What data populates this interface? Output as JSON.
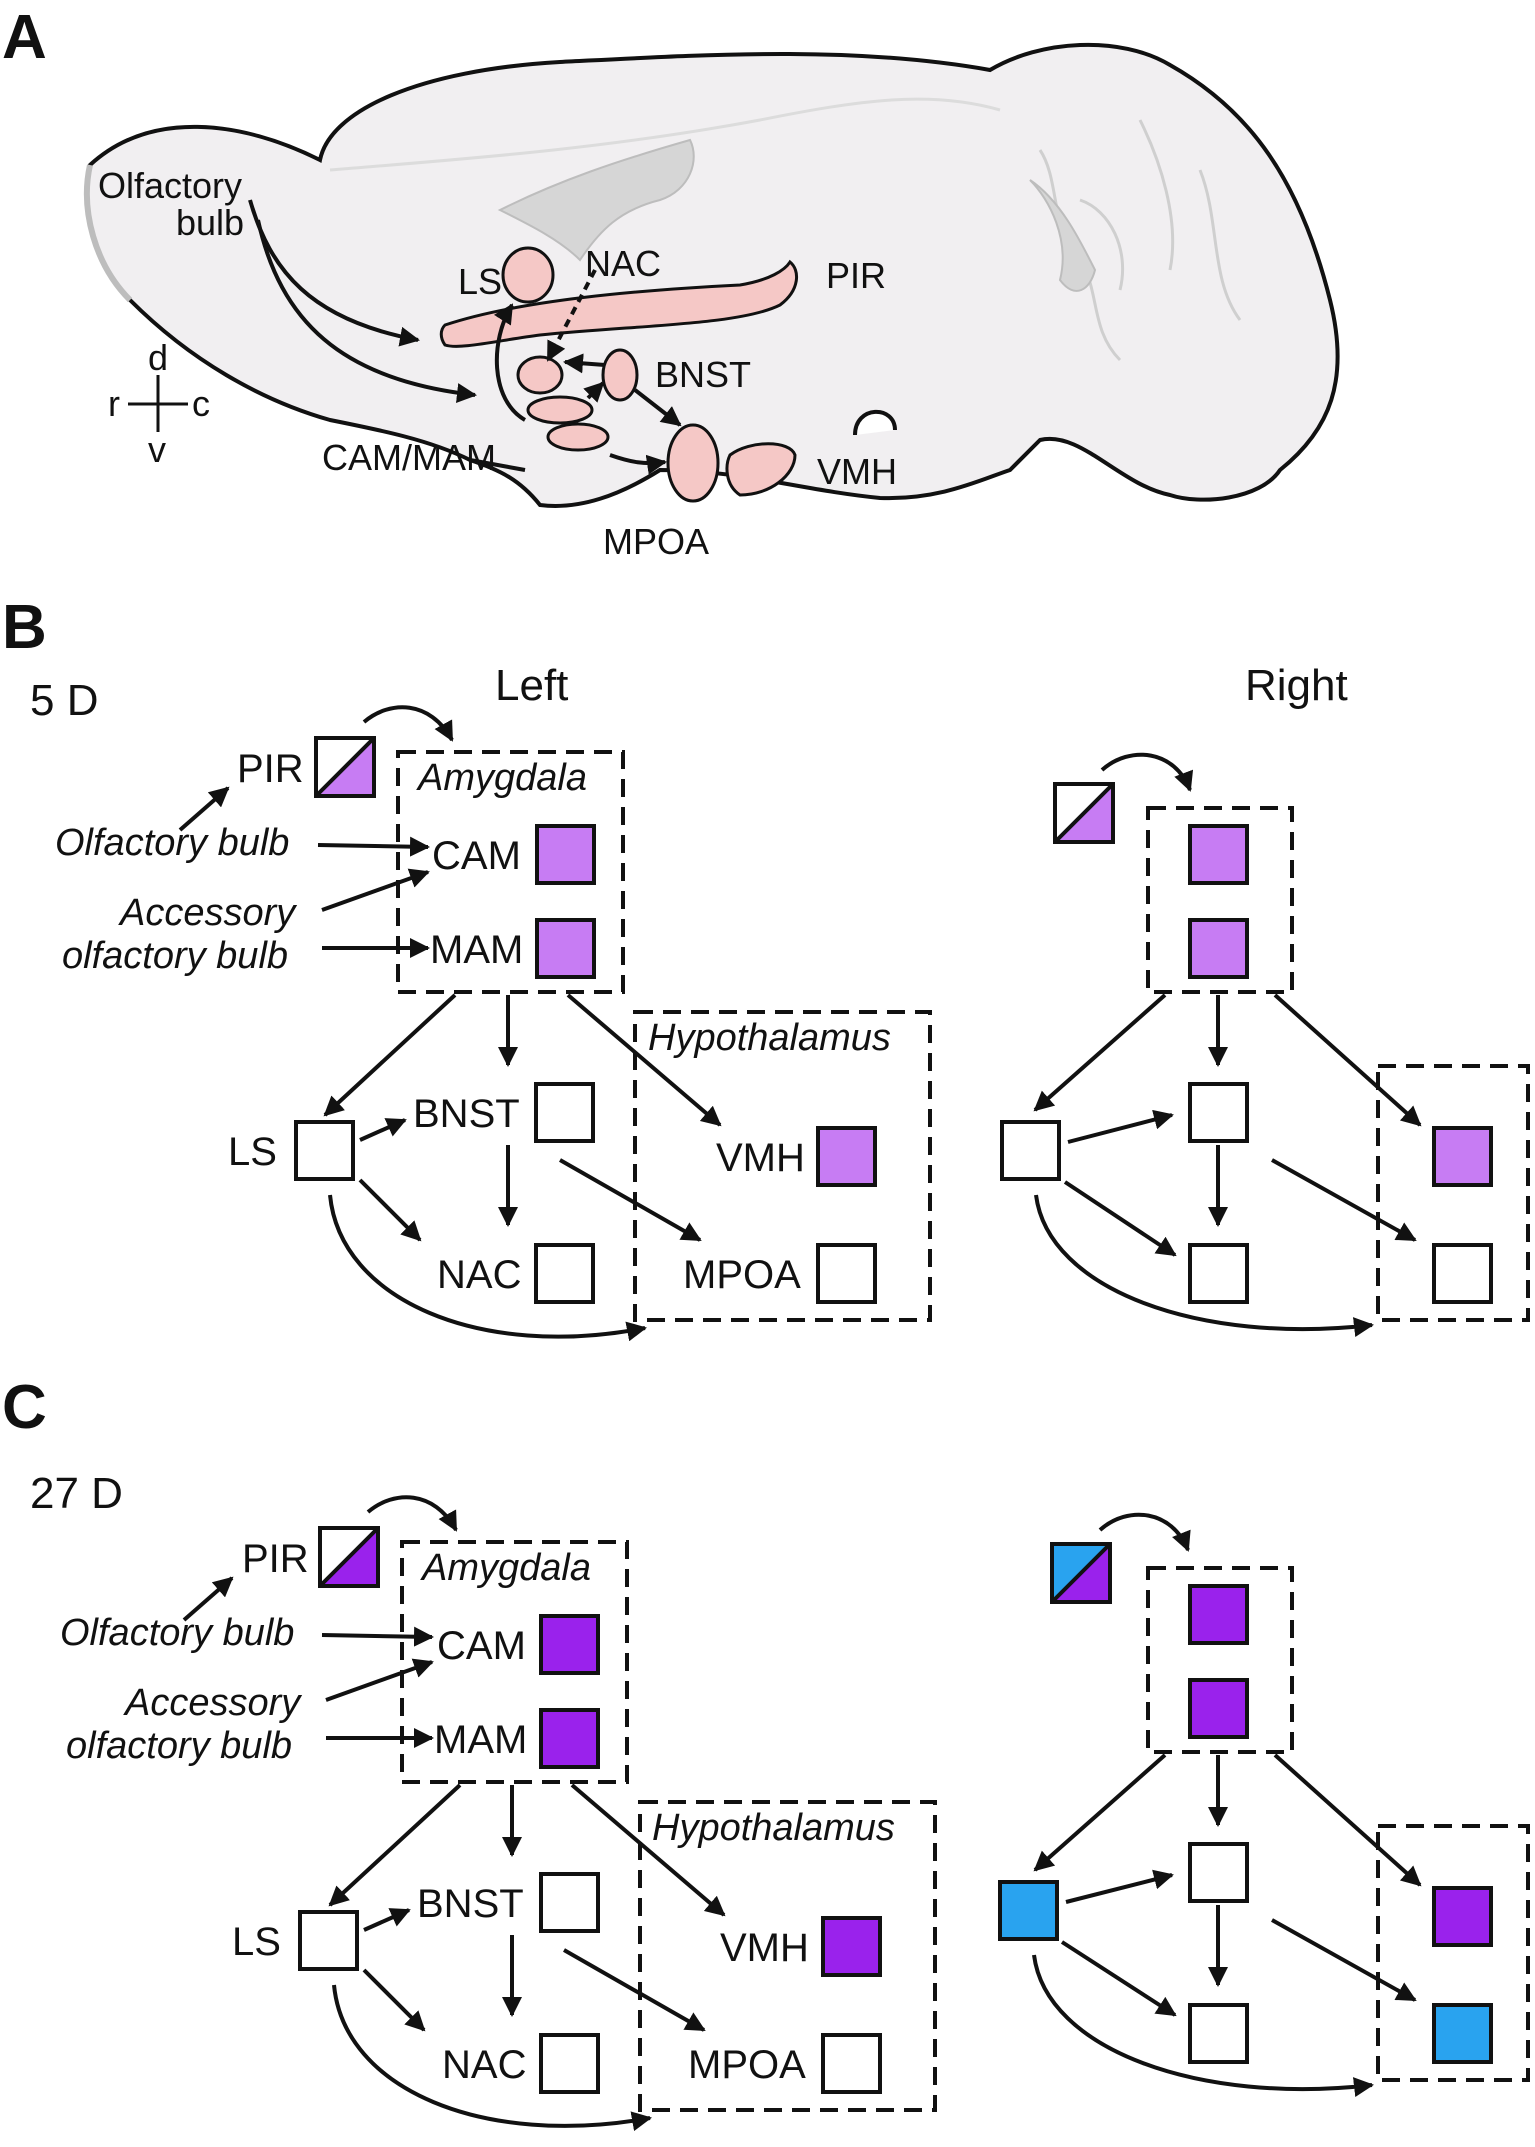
{
  "panels": {
    "a": "A",
    "b": "B",
    "c": "C"
  },
  "panel_a": {
    "labels": {
      "olfactory_bulb_1": "Olfactory",
      "olfactory_bulb_2": "bulb",
      "ls": "LS",
      "nac": "NAC",
      "pir": "PIR",
      "bnst": "BNST",
      "cam_mam": "CAM/MAM",
      "vmh": "VMH",
      "mpoa": "MPOA"
    },
    "orientation": {
      "d": "d",
      "r": "r",
      "c": "c",
      "v": "v"
    },
    "colors": {
      "brain_fill": "#f1eff1",
      "region_fill": "#f5c8c6",
      "ventricle_fill": "#d6d6d6"
    }
  },
  "panel_b": {
    "age": "5 D",
    "left_title": "Left",
    "right_title": "Right",
    "group_amygdala": "Amygdala",
    "group_hypothalamus": "Hypothalamus",
    "input_olfactory_bulb": "Olfactory bulb",
    "input_accessory_1": "Accessory",
    "input_accessory_2": "olfactory bulb",
    "nodes": {
      "pir": "PIR",
      "cam": "CAM",
      "mam": "MAM",
      "ls": "LS",
      "bnst": "BNST",
      "nac": "NAC",
      "vmh": "VMH",
      "mpoa": "MPOA"
    },
    "node_colors_left": {
      "pir": "#c77cf3",
      "cam": "#c77cf3",
      "mam": "#c77cf3",
      "ls": "#ffffff",
      "bnst": "#ffffff",
      "nac": "#ffffff",
      "vmh": "#c77cf3",
      "mpoa": "#ffffff"
    },
    "node_colors_right": {
      "pir": "#c77cf3",
      "cam": "#c77cf3",
      "mam": "#c77cf3",
      "ls": "#ffffff",
      "bnst": "#ffffff",
      "nac": "#ffffff",
      "vmh": "#c77cf3",
      "mpoa": "#ffffff"
    }
  },
  "panel_c": {
    "age": "27 D",
    "group_amygdala": "Amygdala",
    "group_hypothalamus": "Hypothalamus",
    "input_olfactory_bulb": "Olfactory bulb",
    "input_accessory_1": "Accessory",
    "input_accessory_2": "olfactory bulb",
    "nodes": {
      "pir": "PIR",
      "cam": "CAM",
      "mam": "MAM",
      "ls": "LS",
      "bnst": "BNST",
      "nac": "NAC",
      "vmh": "VMH",
      "mpoa": "MPOA"
    },
    "node_colors_left": {
      "pir": "#9a22ec",
      "cam": "#9a22ec",
      "mam": "#9a22ec",
      "ls": "#ffffff",
      "bnst": "#ffffff",
      "nac": "#ffffff",
      "vmh": "#9a22ec",
      "mpoa": "#ffffff"
    },
    "node_colors_right": {
      "pir_top": "#29a3ef",
      "pir_bottom": "#9a22ec",
      "cam": "#9a22ec",
      "mam": "#9a22ec",
      "ls": "#29a3ef",
      "bnst": "#ffffff",
      "nac": "#ffffff",
      "vmh": "#9a22ec",
      "mpoa": "#29a3ef"
    }
  }
}
